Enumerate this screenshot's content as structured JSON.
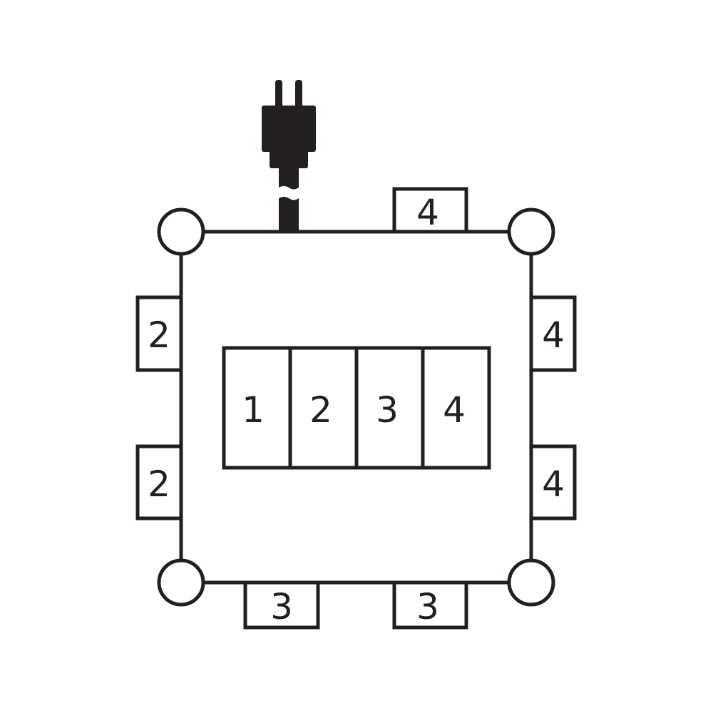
{
  "diagram": {
    "stroke_color": "#231f20",
    "fill_color": "#ffffff",
    "center_panel": {
      "labels": [
        "1",
        "2",
        "3",
        "4"
      ]
    },
    "outlets": {
      "top": [
        "4"
      ],
      "left": [
        "2",
        "2"
      ],
      "right": [
        "4",
        "4"
      ],
      "bottom": [
        "3",
        "3"
      ]
    },
    "icons": [
      "plug-icon",
      "corner-circle",
      "corner-circle",
      "corner-circle",
      "corner-circle"
    ]
  }
}
